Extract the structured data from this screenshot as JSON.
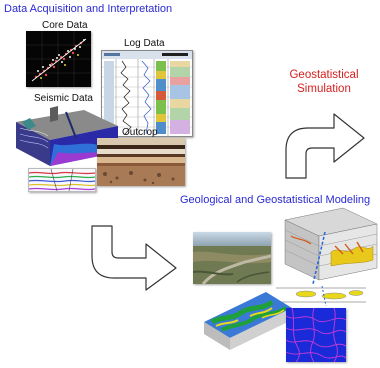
{
  "diagram": {
    "section_top": {
      "title": "Data Acquisition and Interpretation"
    },
    "panels": {
      "core": {
        "label": "Core Data"
      },
      "log": {
        "label": "Log Data"
      },
      "seismic": {
        "label": "Seismic Data"
      },
      "outcrop": {
        "label": "Outcrop"
      }
    },
    "simulation": {
      "line1": "Geostatistical",
      "line2": "Simulation"
    },
    "section_bottom": {
      "title": "Geological and Geostatistical Modeling"
    }
  },
  "colors": {
    "title_blue": "#2a2ad4",
    "simulation_red": "#d62020",
    "arrow_outline": "#333333"
  },
  "icons": [
    "curved-arrow-up-right-icon",
    "curved-arrow-down-right-icon"
  ]
}
